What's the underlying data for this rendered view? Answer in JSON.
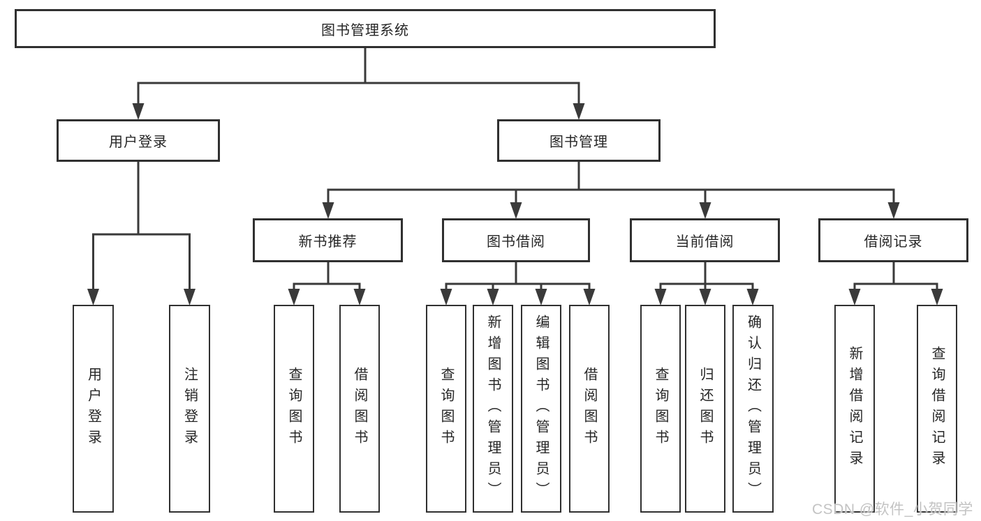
{
  "diagram": {
    "type": "hierarchy-tree",
    "root": {
      "label": "图书管理系统"
    },
    "level2": [
      {
        "label": "用户登录"
      },
      {
        "label": "图书管理"
      }
    ],
    "level3": [
      {
        "label": "新书推荐",
        "parent": "图书管理"
      },
      {
        "label": "图书借阅",
        "parent": "图书管理"
      },
      {
        "label": "当前借阅",
        "parent": "图书管理"
      },
      {
        "label": "借阅记录",
        "parent": "图书管理"
      }
    ],
    "leaves": {
      "user_login": [
        {
          "label": "用户登录"
        },
        {
          "label": "注销登录"
        }
      ],
      "new_book": [
        {
          "label": "查询图书"
        },
        {
          "label": "借阅图书"
        }
      ],
      "book_borrow": [
        {
          "label": "查询图书"
        },
        {
          "label": "新增图书（管理员）"
        },
        {
          "label": "编辑图书（管理员）"
        },
        {
          "label": "借阅图书"
        }
      ],
      "current_borrow": [
        {
          "label": "查询图书"
        },
        {
          "label": "归还图书"
        },
        {
          "label": "确认归还（管理员）"
        }
      ],
      "borrow_records": [
        {
          "label": "新增借阅记录"
        },
        {
          "label": "查询借阅记录"
        }
      ]
    }
  },
  "watermark": {
    "text": "CSDN @软件_小贺同学"
  },
  "colors": {
    "line": "#3a3a3a",
    "box_border": "#303030",
    "text": "#262626",
    "watermark": "#c3c3c3",
    "background": "#ffffff"
  }
}
